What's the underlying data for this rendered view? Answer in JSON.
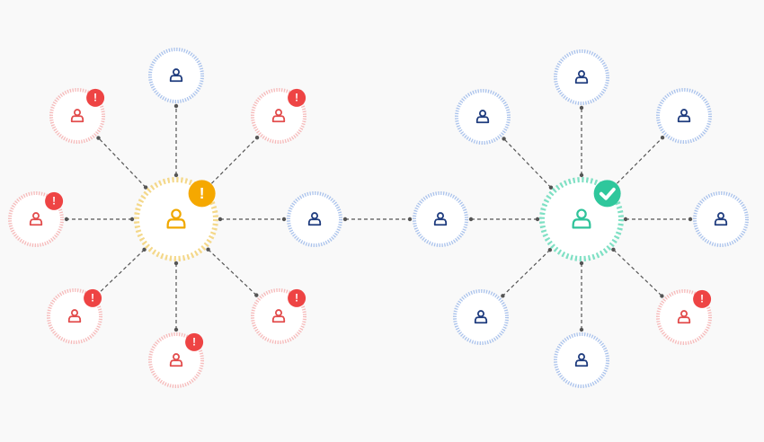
{
  "colors": {
    "background": "#f9f9f9",
    "line": "#555555",
    "dot": "#555555",
    "neutral": "#a9c2ec",
    "neutral_icon": "#1f3c7e",
    "alert": "#f6b9b9",
    "alert_icon": "#e24c4c",
    "alert_badge": "#ee4444",
    "warning": "#f4d88a",
    "warning_icon": "#f0a800",
    "warning_badge": "#f5a800",
    "success": "#7fe0c4",
    "success_icon": "#2fc39a",
    "success_badge": "#2fc79c"
  },
  "badges": {
    "alert_glyph": "!",
    "warning_glyph": "!",
    "success_glyph": "✓"
  },
  "hubs": [
    {
      "id": "left-hub",
      "status": "warning",
      "badge": "warning-exclamation-icon",
      "neighbors": [
        {
          "id": "left-top",
          "status": "neutral",
          "badge": null
        },
        {
          "id": "left-top-right",
          "status": "alert",
          "badge": "alert-exclamation-icon"
        },
        {
          "id": "left-right",
          "status": "neutral",
          "badge": null
        },
        {
          "id": "left-bottom-right",
          "status": "alert",
          "badge": "alert-exclamation-icon"
        },
        {
          "id": "left-bottom",
          "status": "alert",
          "badge": "alert-exclamation-icon"
        },
        {
          "id": "left-bottom-left",
          "status": "alert",
          "badge": "alert-exclamation-icon"
        },
        {
          "id": "left-left",
          "status": "alert",
          "badge": "alert-exclamation-icon"
        },
        {
          "id": "left-top-left",
          "status": "alert",
          "badge": "alert-exclamation-icon"
        }
      ]
    },
    {
      "id": "right-hub",
      "status": "success",
      "badge": "success-check-icon",
      "neighbors": [
        {
          "id": "right-top",
          "status": "neutral",
          "badge": null
        },
        {
          "id": "right-top-right",
          "status": "neutral",
          "badge": null
        },
        {
          "id": "right-right",
          "status": "neutral",
          "badge": null
        },
        {
          "id": "right-bottom-right",
          "status": "alert",
          "badge": "alert-exclamation-icon"
        },
        {
          "id": "right-bottom",
          "status": "neutral",
          "badge": null
        },
        {
          "id": "right-bottom-left",
          "status": "neutral",
          "badge": null
        },
        {
          "id": "right-left",
          "status": "neutral",
          "badge": null
        },
        {
          "id": "right-top-left",
          "status": "neutral",
          "badge": null
        }
      ]
    }
  ],
  "bridge": {
    "from": "left-right",
    "to": "right-left"
  }
}
